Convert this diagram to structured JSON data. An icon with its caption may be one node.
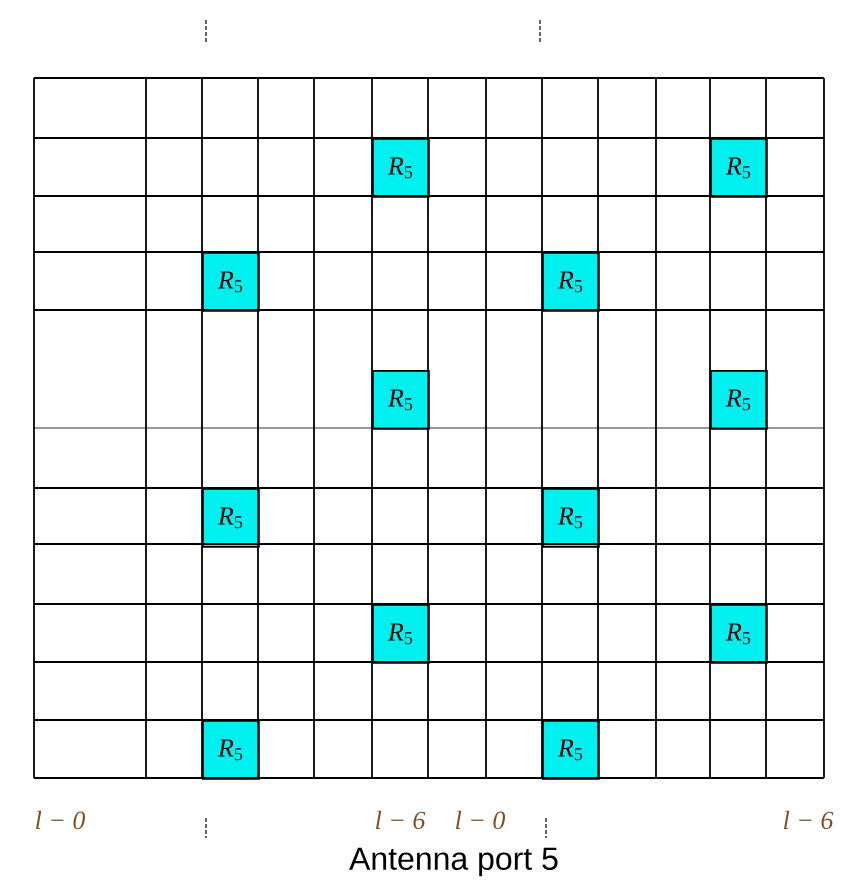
{
  "diagram": {
    "caption": "Antenna port 5",
    "nodes": [
      {
        "text": [
          "*R*$_{5}$"
        ]
      },
      {
        "text": [
          "*R*$_{5}$"
        ]
      },
      {
        "text": [
          "*R*$_{5}$"
        ]
      },
      {
        "text": [
          "*R*$_{5}$"
        ]
      },
      {
        "text": [
          "*R*$_{5}$"
        ]
      },
      {
        "text": [
          "*R*$_{5}$"
        ]
      },
      {
        "text": [
          "*R*$_{5}$"
        ]
      },
      {
        "text": [
          "*R*$_{5}$"
        ]
      },
      {
        "text": [
          "*R*$_{5}$"
        ]
      },
      {
        "text": [
          "*R*$_{5}$"
        ]
      },
      {
        "text": [
          "*R*$_{5}$"
        ]
      },
      {
        "text": [
          "*R*$_{5}$"
        ]
      }
    ],
    "labels": [
      "l − 0",
      "l − 6",
      "l − 0",
      "l − 6"
    ]
  }
}
